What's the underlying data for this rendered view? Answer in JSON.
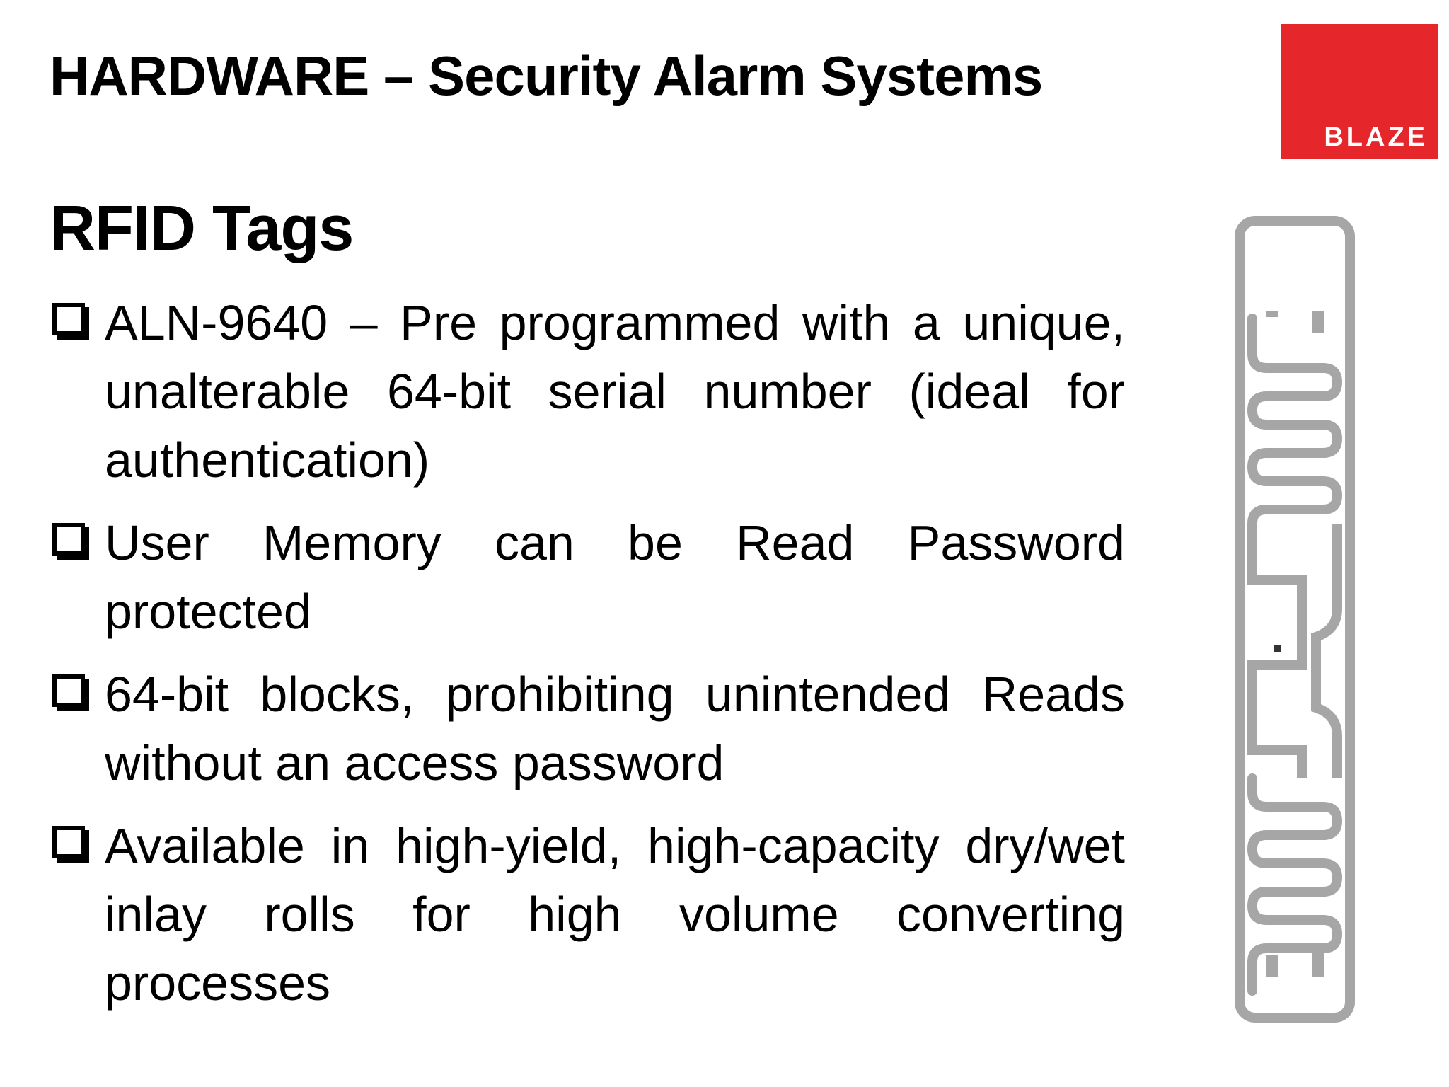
{
  "header": {
    "title": "HARDWARE – Security Alarm Systems",
    "logo_text": "BLAZE"
  },
  "content": {
    "subtitle": "RFID Tags",
    "bullets": [
      "ALN-9640 – Pre programmed with a unique, unalterable 64-bit serial number (ideal for authentication)",
      "User Memory can be Read Password protected",
      "64-bit blocks, prohibiting unintended Reads without an access password",
      "Available in high-yield, high-capacity dry/wet inlay rolls for high volume converting processes"
    ]
  },
  "image": {
    "name": "rfid-tag-inlay",
    "color": "#a6a6a6"
  },
  "colors": {
    "logo_bg": "#e5262a",
    "text": "#000000"
  }
}
